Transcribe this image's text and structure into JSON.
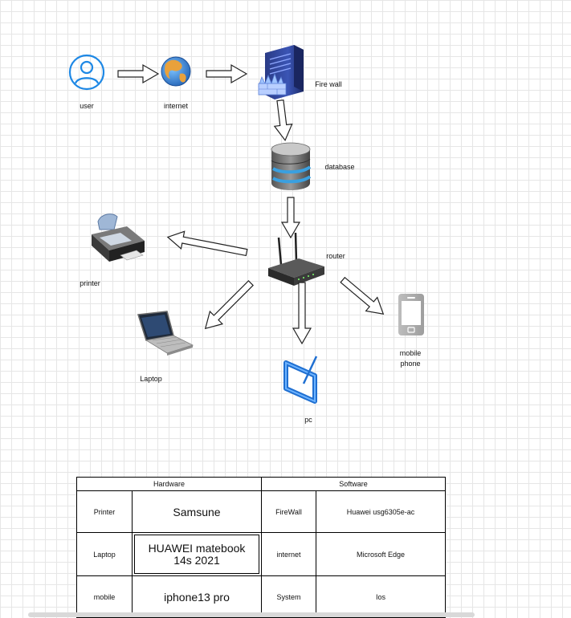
{
  "nodes": {
    "user": "user",
    "internet": "internet",
    "firewall": "Fire wall",
    "database": "database",
    "router": "router",
    "printer": "printer",
    "laptop": "Laptop",
    "mobile_line1": "mobile",
    "mobile_line2": "phone",
    "pc": "pc"
  },
  "table": {
    "hardware_header": "Hardware",
    "software_header": "Software",
    "rows": [
      {
        "hw_label": "Printer",
        "hw_value": "Samsune",
        "sw_label": "FireWall",
        "sw_value": "Huawei usg6305e-ac"
      },
      {
        "hw_label": "Laptop",
        "hw_value_line1": "HUAWEI matebook",
        "hw_value_line2": "14s 2021",
        "sw_label": "internet",
        "sw_value": "Microsoft Edge"
      },
      {
        "hw_label": "mobile",
        "hw_value": "iphone13 pro",
        "sw_label": "System",
        "sw_value": "Ios"
      }
    ]
  },
  "colors": {
    "grid": "#e6e6e6",
    "user_icon": "#1e88e5",
    "firewall": "#2c3e8c",
    "pc": "#1f6fd1"
  }
}
